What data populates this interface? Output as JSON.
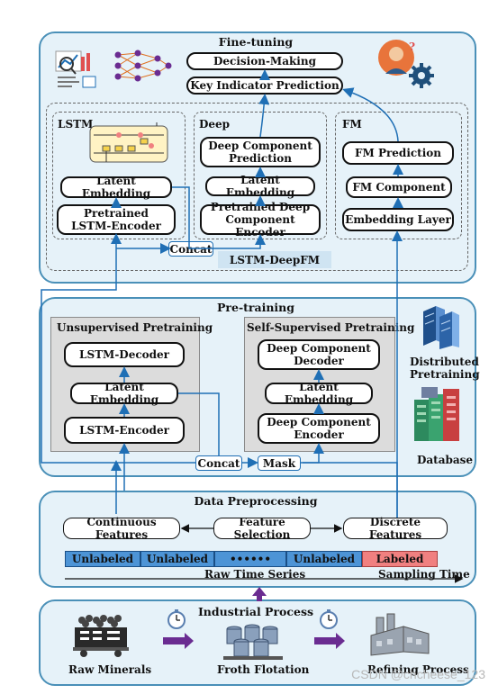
{
  "finetuning": {
    "title": "Fine-tuning",
    "decision": "Decision-Making",
    "key_indicator": "Key Indicator Prediction",
    "model_label": "LSTM-DeepFM",
    "concat": "Concat",
    "lstm": {
      "title": "LSTM",
      "latent": "Latent Embedding",
      "encoder_line1": "Pretrained",
      "encoder_line2": "LSTM-Encoder"
    },
    "deep": {
      "title": "Deep",
      "pred_line1": "Deep Component",
      "pred_line2": "Prediction",
      "latent": "Latent Embedding",
      "encoder_line1": "Pretrained Deep",
      "encoder_line2": "Component Encoder"
    },
    "fm": {
      "title": "FM",
      "pred": "FM Prediction",
      "component": "FM Component",
      "embedding": "Embedding Layer"
    }
  },
  "pretraining": {
    "title": "Pre-training",
    "unsup": {
      "title": "Unsupervised Pretraining",
      "decoder": "LSTM-Decoder",
      "latent": "Latent Embedding",
      "encoder": "LSTM-Encoder"
    },
    "selfsup": {
      "title": "Self-Supervised Pretraining",
      "decoder_line1": "Deep Component",
      "decoder_line2": "Decoder",
      "latent": "Latent Embedding",
      "encoder_line1": "Deep Component",
      "encoder_line2": "Encoder"
    },
    "concat": "Concat",
    "mask": "Mask",
    "distributed_line1": "Distributed",
    "distributed_line2": "Pretraining",
    "database": "Database"
  },
  "preprocessing": {
    "title": "Data Preprocessing",
    "continuous": "Continuous Features",
    "selection": "Feature Selection",
    "discrete": "Discrete Features",
    "segments": [
      "Unlabeled",
      "Unlabeled",
      "••••••",
      "Unlabeled",
      "Labeled"
    ],
    "raw_series": "Raw Time Series",
    "sampling": "Sampling Time"
  },
  "industrial": {
    "title": "Industrial Process",
    "raw": "Raw Minerals",
    "froth": "Froth Flotation",
    "refining": "Refining Process"
  },
  "colors": {
    "panel_border": "#4a90b8",
    "panel_fill": "#e6f2f9",
    "segment_blue": "#4d94d6",
    "segment_red": "#f08080",
    "arrow_purple": "#6a2c91"
  },
  "watermark": "CSDN @chcheese_123"
}
